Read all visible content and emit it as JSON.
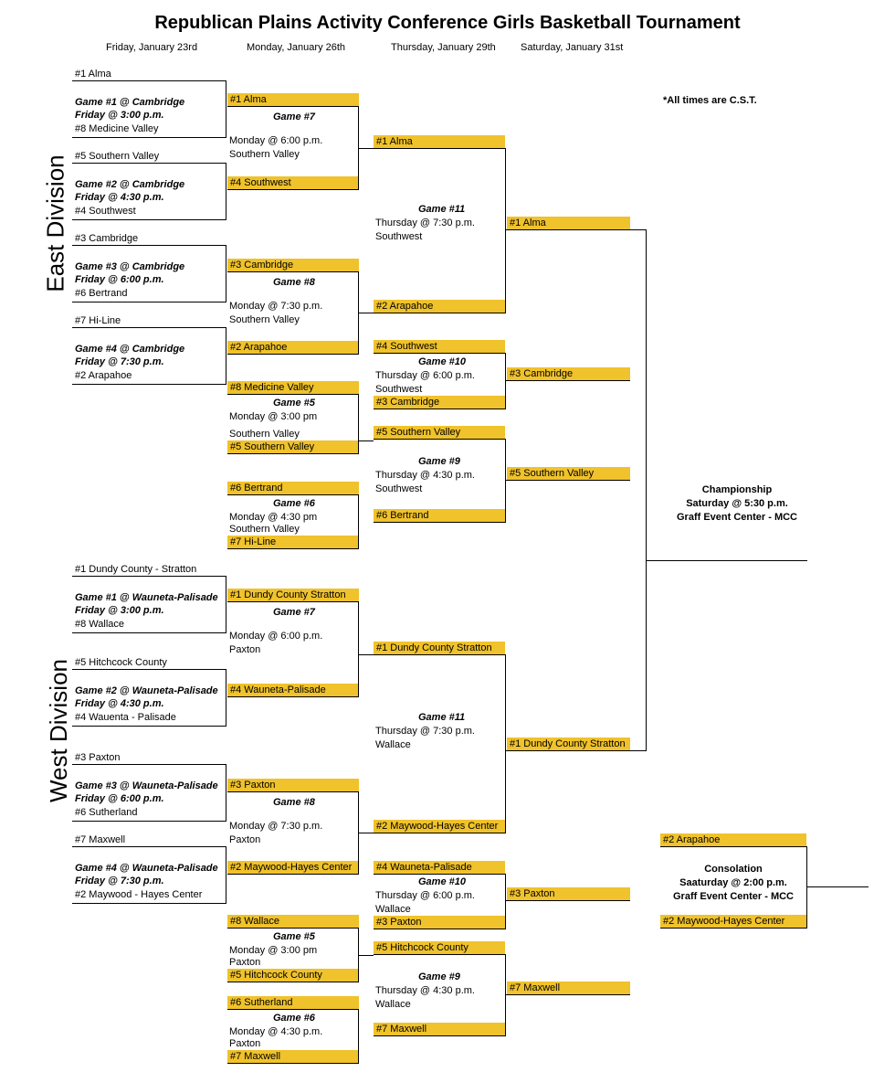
{
  "title": "Republican Plains Activity Conference Girls Basketball Tournament",
  "days": [
    "Friday, January 23rd",
    "Monday, January 26th",
    "Thursday, January 29th",
    "Saturday, January 31st"
  ],
  "note": "*All times are C.S.T.",
  "divisions": [
    "East Division",
    "West Division"
  ],
  "highlight_color": "#f0c22b",
  "championship": [
    "Championship",
    "Saturday @ 5:30 p.m.",
    "Graff Event Center - MCC"
  ],
  "consolation": [
    "Consolation",
    "Saaturday @ 2:00 p.m.",
    "Graff Event Center - MCC"
  ],
  "consolation_teams": [
    "#2 Arapahoe",
    "#2 Maywood-Hayes Center"
  ],
  "east": {
    "r1": [
      {
        "top": "#1 Alma",
        "game": "Game #1 @ Cambridge",
        "time": "Friday @ 3:00 p.m.",
        "bottom": "#8 Medicine Valley"
      },
      {
        "top": "#5 Southern Valley",
        "game": "Game #2 @ Cambridge",
        "time": "Friday @ 4:30 p.m.",
        "bottom": "#4 Southwest"
      },
      {
        "top": "#3 Cambridge",
        "game": "Game #3  @ Cambridge",
        "time": "Friday @ 6:00 p.m.",
        "bottom": "#6 Bertrand"
      },
      {
        "top": "#7 Hi-Line",
        "game": "Game #4  @ Cambridge",
        "time": "Friday @ 7:30 p.m.",
        "bottom": "#2 Arapahoe"
      }
    ],
    "r2w": [
      {
        "top": "#1 Alma",
        "game": "Game #7",
        "time": "Monday @ 6:00 p.m.",
        "site": " Southern Valley",
        "bottom": "#4 Southwest"
      },
      {
        "top": "#3 Cambridge",
        "game": "Game #8",
        "time": "Monday @ 7:30 p.m.",
        "site": "Southern Valley",
        "bottom": "#2 Arapahoe"
      }
    ],
    "r2l": [
      {
        "top": "#8 Medicine Valley",
        "game": "Game #5",
        "time": "Monday @ 3:00 pm",
        "site": "Southern Valley",
        "bottom": "#5 Southern Valley"
      },
      {
        "top": "#6 Bertrand",
        "game": "Game #6",
        "time": "Monday @ 4:30 pm",
        "site": "Southern Valley",
        "bottom": "#7 Hi-Line"
      }
    ],
    "r3w": {
      "top": "#1 Alma",
      "game": "Game #11",
      "time": "Thursday @ 7:30 p.m.",
      "site": "Southwest",
      "bottom": "#2 Arapahoe"
    },
    "r3a": {
      "top": "#4 Southwest",
      "game": "Game #10",
      "time": "Thursday @ 6:00 p.m.",
      "site": "Southwest",
      "bottom": "#3 Cambridge"
    },
    "r3b": {
      "top": "#5 Southern Valley",
      "game": "Game #9",
      "time": "Thursday @ 4:30 p.m.",
      "site": "Southwest",
      "bottom": "#6 Bertrand"
    },
    "r4": [
      "#1 Alma",
      "#3 Cambridge",
      "#5 Southern Valley"
    ]
  },
  "west": {
    "r1": [
      {
        "top": "#1 Dundy County - Stratton",
        "game": "Game #1 @ Wauneta-Palisade",
        "time": "Friday @ 3:00 p.m.",
        "bottom": "#8 Wallace"
      },
      {
        "top": "#5 Hitchcock County",
        "game": "Game #2 @ Wauneta-Palisade",
        "time": "Friday @ 4:30 p.m.",
        "bottom": "#4 Wauenta - Palisade"
      },
      {
        "top": "#3 Paxton",
        "game": "Game #3 @ Wauneta-Palisade",
        "time": "Friday @ 6:00 p.m.",
        "bottom": "#6 Sutherland"
      },
      {
        "top": "#7 Maxwell",
        "game": "Game #4 @ Wauneta-Palisade",
        "time": "Friday @ 7:30 p.m.",
        "bottom": "#2 Maywood - Hayes Center"
      }
    ],
    "r2w": [
      {
        "top": "#1 Dundy County Stratton",
        "game": "Game #7",
        "time": "Monday @ 6:00 p.m.",
        "site": "Paxton",
        "bottom": "#4 Wauneta-Palisade"
      },
      {
        "top": "#3 Paxton",
        "game": "Game #8",
        "time": "Monday @ 7:30 p.m.",
        "site": "Paxton",
        "bottom": "#2 Maywood-Hayes Center"
      }
    ],
    "r2l": [
      {
        "top": "#8 Wallace",
        "game": "Game #5",
        "time": "Monday @ 3:00 pm",
        "site": "Paxton",
        "bottom": "#5 Hitchcock County"
      },
      {
        "top": "#6 Sutherland",
        "game": "Game #6",
        "time": "Monday @ 4:30 p.m.",
        "site": "Paxton",
        "bottom": "#7 Maxwell"
      }
    ],
    "r3w": {
      "top": "#1 Dundy County Stratton",
      "game": "Game #11",
      "time": "Thursday @ 7:30 p.m.",
      "site": "Wallace",
      "bottom": "#2 Maywood-Hayes Center"
    },
    "r3a": {
      "top": "#4 Wauneta-Palisade",
      "game": "Game #10",
      "time": "Thursday @ 6:00 p.m.",
      "site": "Wallace",
      "bottom": "#3 Paxton"
    },
    "r3b": {
      "top": "#5 Hitchcock County",
      "game": "Game #9",
      "time": "Thursday @ 4:30 p.m.",
      "site": "Wallace",
      "bottom": "#7 Maxwell"
    },
    "r4": [
      "#1 Dundy County Stratton",
      "#3 Paxton",
      "#7 Maxwell"
    ]
  }
}
